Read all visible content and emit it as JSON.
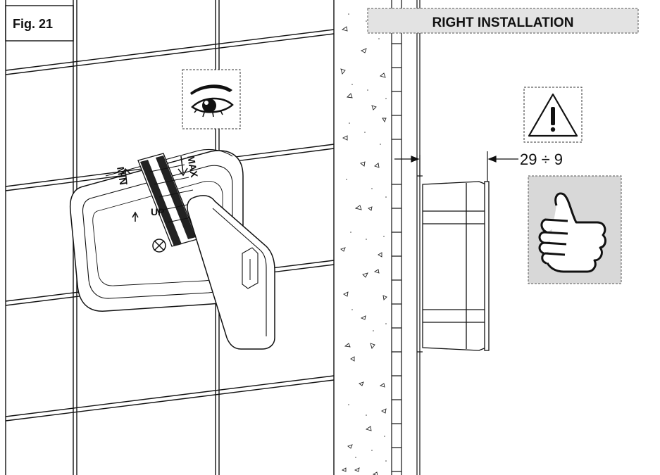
{
  "figure_label": "Fig. 21",
  "installation_title": "RIGHT INSTALLATION",
  "dimension_label": "29 ÷ 9",
  "scale_labels": {
    "min": "MIN",
    "max": "MAX",
    "up": "UP"
  },
  "icons": {
    "eye": "eye-icon",
    "warning": "warning-triangle-icon",
    "thumbs_up": "thumbs-up-icon"
  },
  "colors": {
    "line": "#111111",
    "title_box": "#e3e3e3",
    "thumb_box": "#d8d8d8",
    "background": "#ffffff"
  }
}
